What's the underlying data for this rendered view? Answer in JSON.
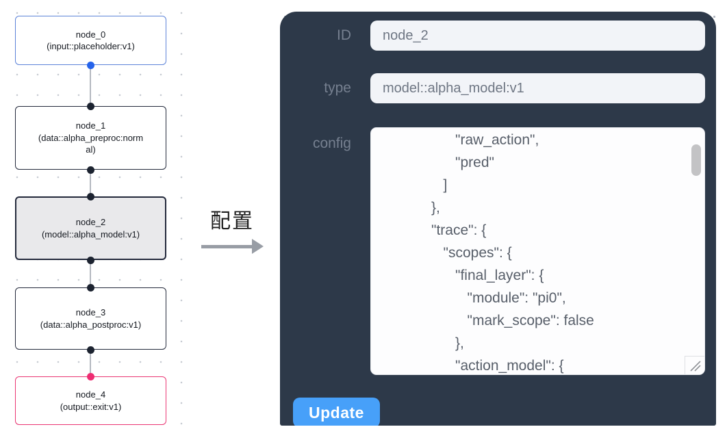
{
  "canvas": {
    "nodes": [
      {
        "title": "node_0",
        "subtitle": "(input::placeholder:v1)",
        "state": "input"
      },
      {
        "title": "node_1",
        "subtitle": "(data::alpha_preproc:normal)",
        "state": "default"
      },
      {
        "title": "node_2",
        "subtitle": "(model::alpha_model:v1)",
        "state": "selected"
      },
      {
        "title": "node_3",
        "subtitle": "(data::alpha_postproc:v1)",
        "state": "default"
      },
      {
        "title": "node_4",
        "subtitle": "(output::exit:v1)",
        "state": "output"
      }
    ]
  },
  "transfer": {
    "label": "配置"
  },
  "panel": {
    "fields": [
      {
        "label": "ID",
        "value": "node_2"
      },
      {
        "label": "type",
        "value": "model::alpha_model:v1"
      }
    ],
    "config_label": "config",
    "config_text": "                  \"raw_action\",\n                  \"pred\"\n               ]\n            },\n            \"trace\": {\n               \"scopes\": {\n                  \"final_layer\": {\n                     \"module\": \"pi0\",\n                     \"mark_scope\": false\n                  },\n                  \"action_model\": {",
    "update_label": "Update"
  },
  "colors": {
    "panel_background": "#2d3949",
    "update_button": "#47a0f9",
    "input_node_border": "#5b82d8",
    "output_node_border": "#ea3472",
    "selected_node_background": "#e9e9eb",
    "port_blue": "#2563eb",
    "port_pink": "#ee2d72",
    "port_dark": "#1c2330"
  }
}
